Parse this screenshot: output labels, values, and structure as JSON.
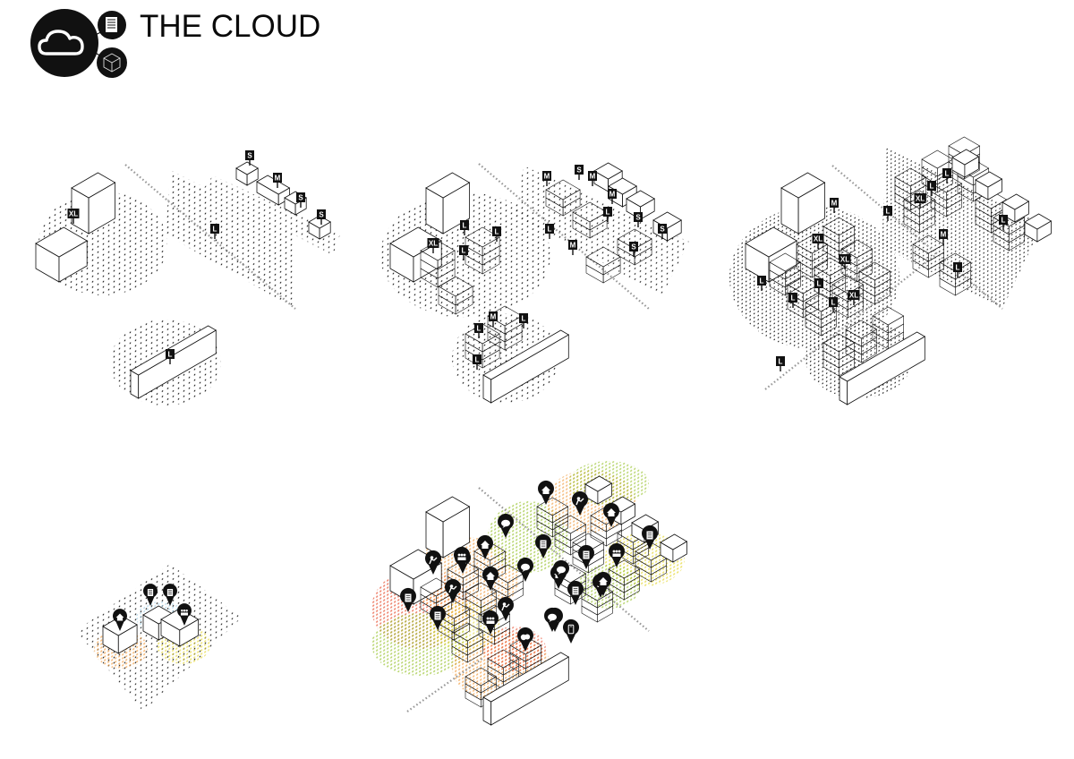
{
  "header": {
    "title": "THE CLOUD",
    "logo_icons": [
      "cloud-icon",
      "document-icon",
      "cube-icon"
    ]
  },
  "colors": {
    "ink": "#111111",
    "heat_red": "#e8573a",
    "heat_orange": "#f2a046",
    "heat_yellow": "#e6d93a",
    "heat_green": "#9fc73c",
    "heat_blue": "#9fd0e8"
  },
  "panels": [
    {
      "id": "phase-1",
      "size_tags": [
        "XL",
        "S",
        "M",
        "S",
        "S",
        "L",
        "L"
      ]
    },
    {
      "id": "phase-2",
      "size_tags": [
        "XL",
        "L",
        "L",
        "L",
        "M",
        "S",
        "M",
        "M",
        "L",
        "S",
        "S",
        "L",
        "M",
        "S",
        "L",
        "M",
        "L",
        "L"
      ]
    },
    {
      "id": "phase-3",
      "size_tags": [
        "M",
        "L",
        "L",
        "L",
        "L",
        "XL",
        "XL",
        "M",
        "L",
        "L",
        "L",
        "L",
        "L",
        "XL",
        "L",
        "XL"
      ]
    },
    {
      "id": "unit-program",
      "program_icons": [
        "home-icon",
        "document-icon",
        "book-icon",
        "network-icon"
      ]
    },
    {
      "id": "program-heatmap",
      "program_icons": [
        "home-icon",
        "chat-icon",
        "book-icon",
        "person-icon",
        "chat-icon",
        "home-icon",
        "home-icon",
        "book-icon",
        "network-icon",
        "book-icon",
        "person-icon",
        "home-icon",
        "book-icon",
        "chat-icon",
        "home-icon",
        "person-icon",
        "home-icon",
        "book-icon",
        "network-icon",
        "document-icon",
        "home-icon",
        "book-icon",
        "person-icon",
        "network-icon",
        "document-icon",
        "mask-icon",
        "chat-icon",
        "phone-icon"
      ]
    }
  ]
}
